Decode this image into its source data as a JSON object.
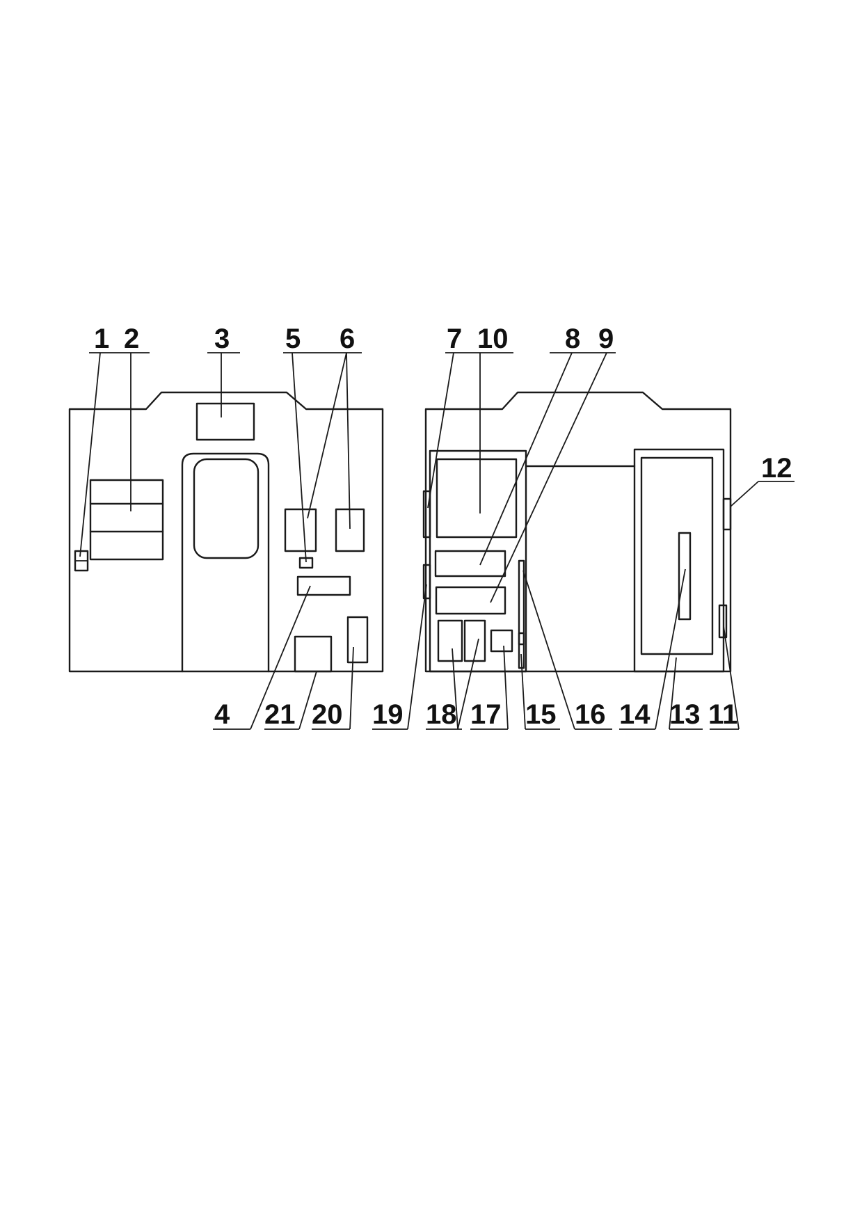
{
  "labels": {
    "l1": "1",
    "l2": "2",
    "l3": "3",
    "l5": "5",
    "l6": "6",
    "l7": "7",
    "l10": "10",
    "l8": "8",
    "l9": "9",
    "l12": "12",
    "l4": "4",
    "l21": "21",
    "l20": "20",
    "l19": "19",
    "l18": "18",
    "l17": "17",
    "l15": "15",
    "l16": "16",
    "l14": "14",
    "l13": "13",
    "l11": "11"
  }
}
